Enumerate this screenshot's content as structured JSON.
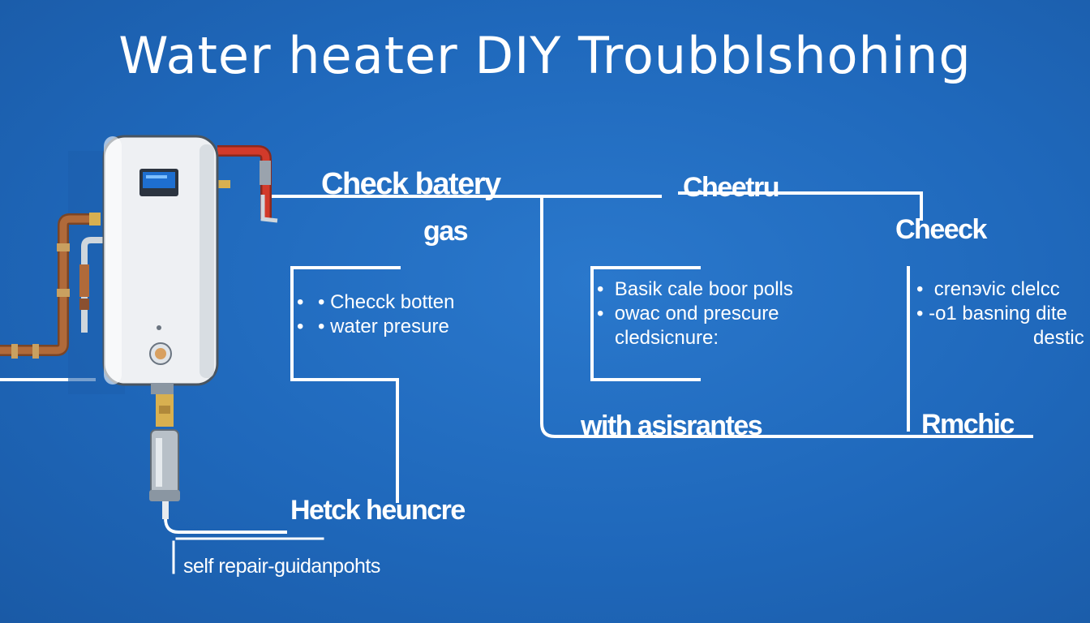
{
  "title": "Water heater DIY Troubblshohing",
  "nodes": {
    "check_battery": "Check batery",
    "gas": "gas",
    "cheetru": "Cheetru",
    "check_right": "Cheeck",
    "with_assistance": "with asisrantes",
    "rmchic": "Rmchic",
    "check_heuncre": "Hetck heuncre",
    "self_repair": "self repair-guidanpohts"
  },
  "lists": {
    "left": [
      "Checck botten",
      "water presure"
    ],
    "middle": [
      "Basik cale boor polls",
      "owac ond prescure"
    ],
    "middle_extra": "cledsicnure:",
    "right": [
      "crenэvic clelcc",
      "-o1 basning dite"
    ],
    "right_extra": "destic"
  },
  "colors": {
    "background": "#1f68bb",
    "line": "#ffffff",
    "tank": "#eef0f3",
    "pipe_copper": "#b06a3a",
    "pipe_red": "#d23a2a",
    "display": "#1e6fd0"
  },
  "icons": [
    "water-heater-icon",
    "display-panel-icon",
    "pipe-icon",
    "valve-icon"
  ]
}
